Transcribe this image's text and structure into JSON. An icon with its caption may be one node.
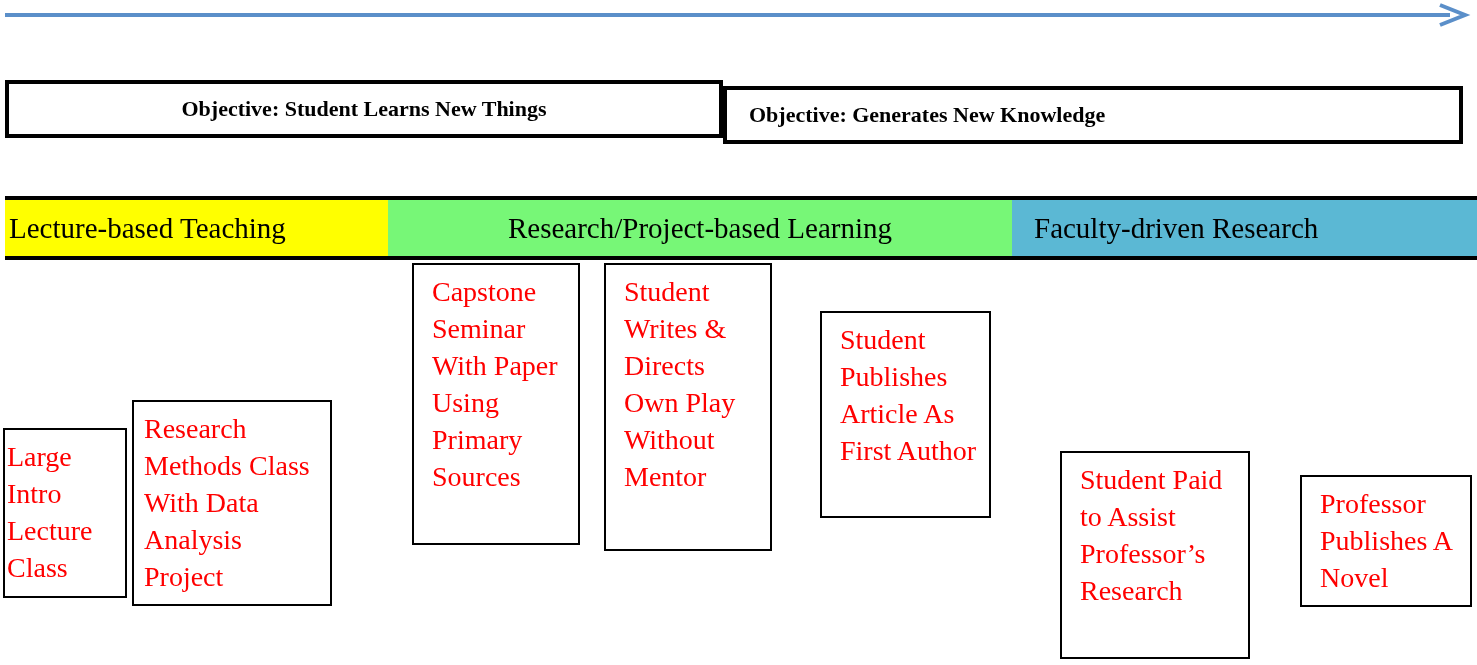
{
  "diagram": {
    "nodes": [
      {
        "text": [
          "Objective: Student Learns New Things"
        ]
      },
      {
        "text": [
          "Objective: Generates New Knowledge"
        ]
      },
      {
        "text": [
          "Lecture-based Teaching"
        ]
      },
      {
        "text": [
          "Research/Project-based Learning"
        ]
      },
      {
        "text": [
          "Faculty-driven Research"
        ]
      },
      {
        "text": [
          "Large Intro Lecture Class"
        ]
      },
      {
        "text": [
          "Research Methods Class With Data Analysis Project"
        ]
      },
      {
        "text": [
          "Capstone Seminar With Paper Using Primary Sources"
        ]
      },
      {
        "text": [
          "Student Writes & Directs Own Play Without Mentor"
        ]
      },
      {
        "text": [
          "Student Publishes Article As First Author"
        ]
      },
      {
        "text": [
          "Student Paid to Assist Professor’s Research"
        ]
      },
      {
        "text": [
          "Professor Publishes A Novel"
        ]
      }
    ],
    "edges": []
  }
}
